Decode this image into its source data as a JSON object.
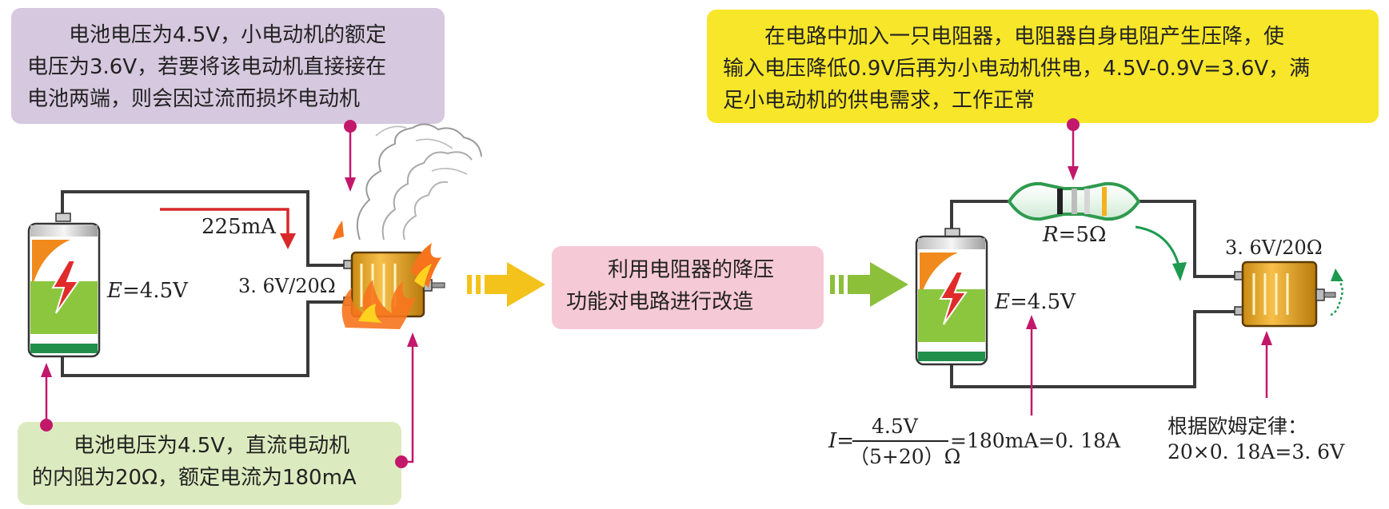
{
  "colors": {
    "wire": "#3a3a3a",
    "pointer_magenta": "#c2186b",
    "current_arrow": "#d8282a",
    "flow_arrow": "#1e9a50",
    "arrow_yellow": "#f3c21b",
    "arrow_green": "#8cbf3a",
    "battery_green": "#8cc63f",
    "battery_orange": "#f08a1d",
    "resistor_green": "#2e9a4e",
    "motor_orange": "#f5a623"
  },
  "left_panel": {
    "callout_top": {
      "line1": "电池电压为4.5V，小电动机的额定",
      "line2": "电压为3.6V，若要将该电动机直接接在",
      "line3": "电池两端，则会因过流而损坏电动机"
    },
    "callout_bottom": {
      "line1": "电池电压为4.5V，直流电动机",
      "line2": "的内阻为20Ω，额定电流为180mA"
    },
    "current_label": "225mA",
    "battery_symbol": "E",
    "battery_value": "=4.5V",
    "motor_label": "3. 6V/20Ω"
  },
  "middle": {
    "line1": "利用电阻器的降压",
    "line2": "功能对电路进行改造"
  },
  "right_panel": {
    "callout_top": {
      "line1": "在电路中加入一只电阻器，电阻器自身电阻产生压降，使",
      "line2": "输入电压降低0.9V后再为小电动机供电，4.5V-0.9V=3.6V，满",
      "line3": "足小电动机的供电需求，工作正常"
    },
    "resistor_symbol": "R",
    "resistor_value": "=5Ω",
    "battery_symbol": "E",
    "battery_value": "=4.5V",
    "motor_label": "3. 6V/20Ω",
    "formula": {
      "symbol": "I",
      "equals": "=",
      "numerator": "4.5V",
      "denominator": "（5+20）Ω",
      "result": "=180mA=0. 18A"
    },
    "ohm_law": {
      "line1": "根据欧姆定律：",
      "line2": "20×0. 18A=3. 6V"
    }
  }
}
